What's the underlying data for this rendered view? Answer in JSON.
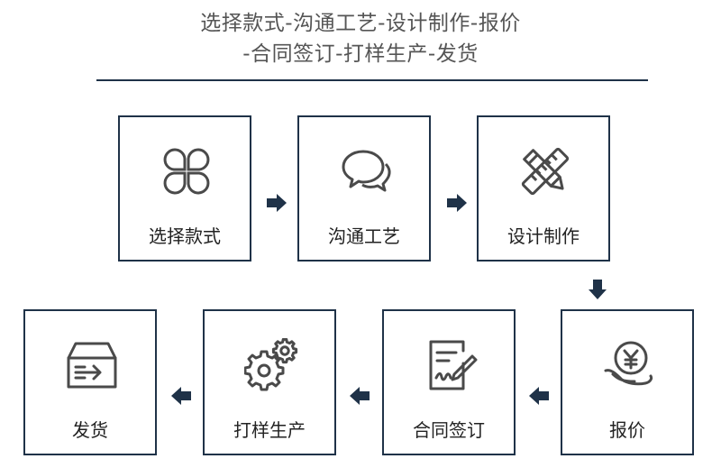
{
  "title": {
    "line1": "选择款式-沟通工艺-设计制作-报价",
    "line2": "-合同签订-打样生产-发货"
  },
  "steps": [
    {
      "label": "选择款式",
      "icon": "clover-grid-icon"
    },
    {
      "label": "沟通工艺",
      "icon": "chat-bubbles-icon"
    },
    {
      "label": "设计制作",
      "icon": "pencil-ruler-icon"
    },
    {
      "label": "报价",
      "icon": "yuan-hand-icon"
    },
    {
      "label": "合同签订",
      "icon": "contract-sign-icon"
    },
    {
      "label": "打样生产",
      "icon": "gears-icon"
    },
    {
      "label": "发货",
      "icon": "shipping-box-icon"
    }
  ],
  "colors": {
    "border": "#1f3248",
    "arrow": "#1f3248",
    "icon": "#4a4a4a"
  }
}
